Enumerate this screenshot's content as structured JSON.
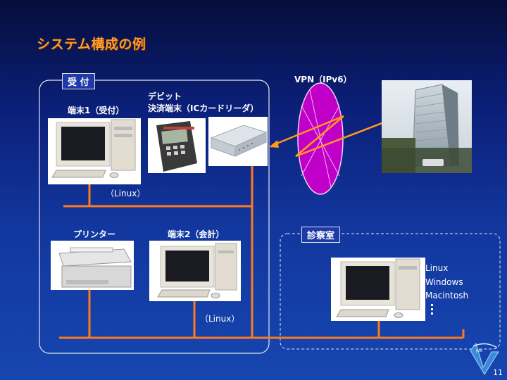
{
  "slide": {
    "title": "システム構成の例",
    "page_number": "11"
  },
  "reception": {
    "tag": "受 付",
    "terminal1_label": "端末1（受付）",
    "debit_label_line1": "デビット",
    "debit_label_line2": "決済端末（ICカードリーダ）",
    "linux_note_top": "（Linux）",
    "printer_label": "プリンター",
    "terminal2_label": "端末2（会計）",
    "linux_note_bottom": "（Linux）"
  },
  "vpn": {
    "label": "VPN（IPv6）"
  },
  "exam_room": {
    "tag": "診察室",
    "os_list": [
      "Linux",
      "Windows",
      "Macintosh"
    ]
  },
  "colors": {
    "accent_orange": "#ff7a1a",
    "vpn_magenta": "#c000c8",
    "title_orange": "#ff9a2e"
  }
}
